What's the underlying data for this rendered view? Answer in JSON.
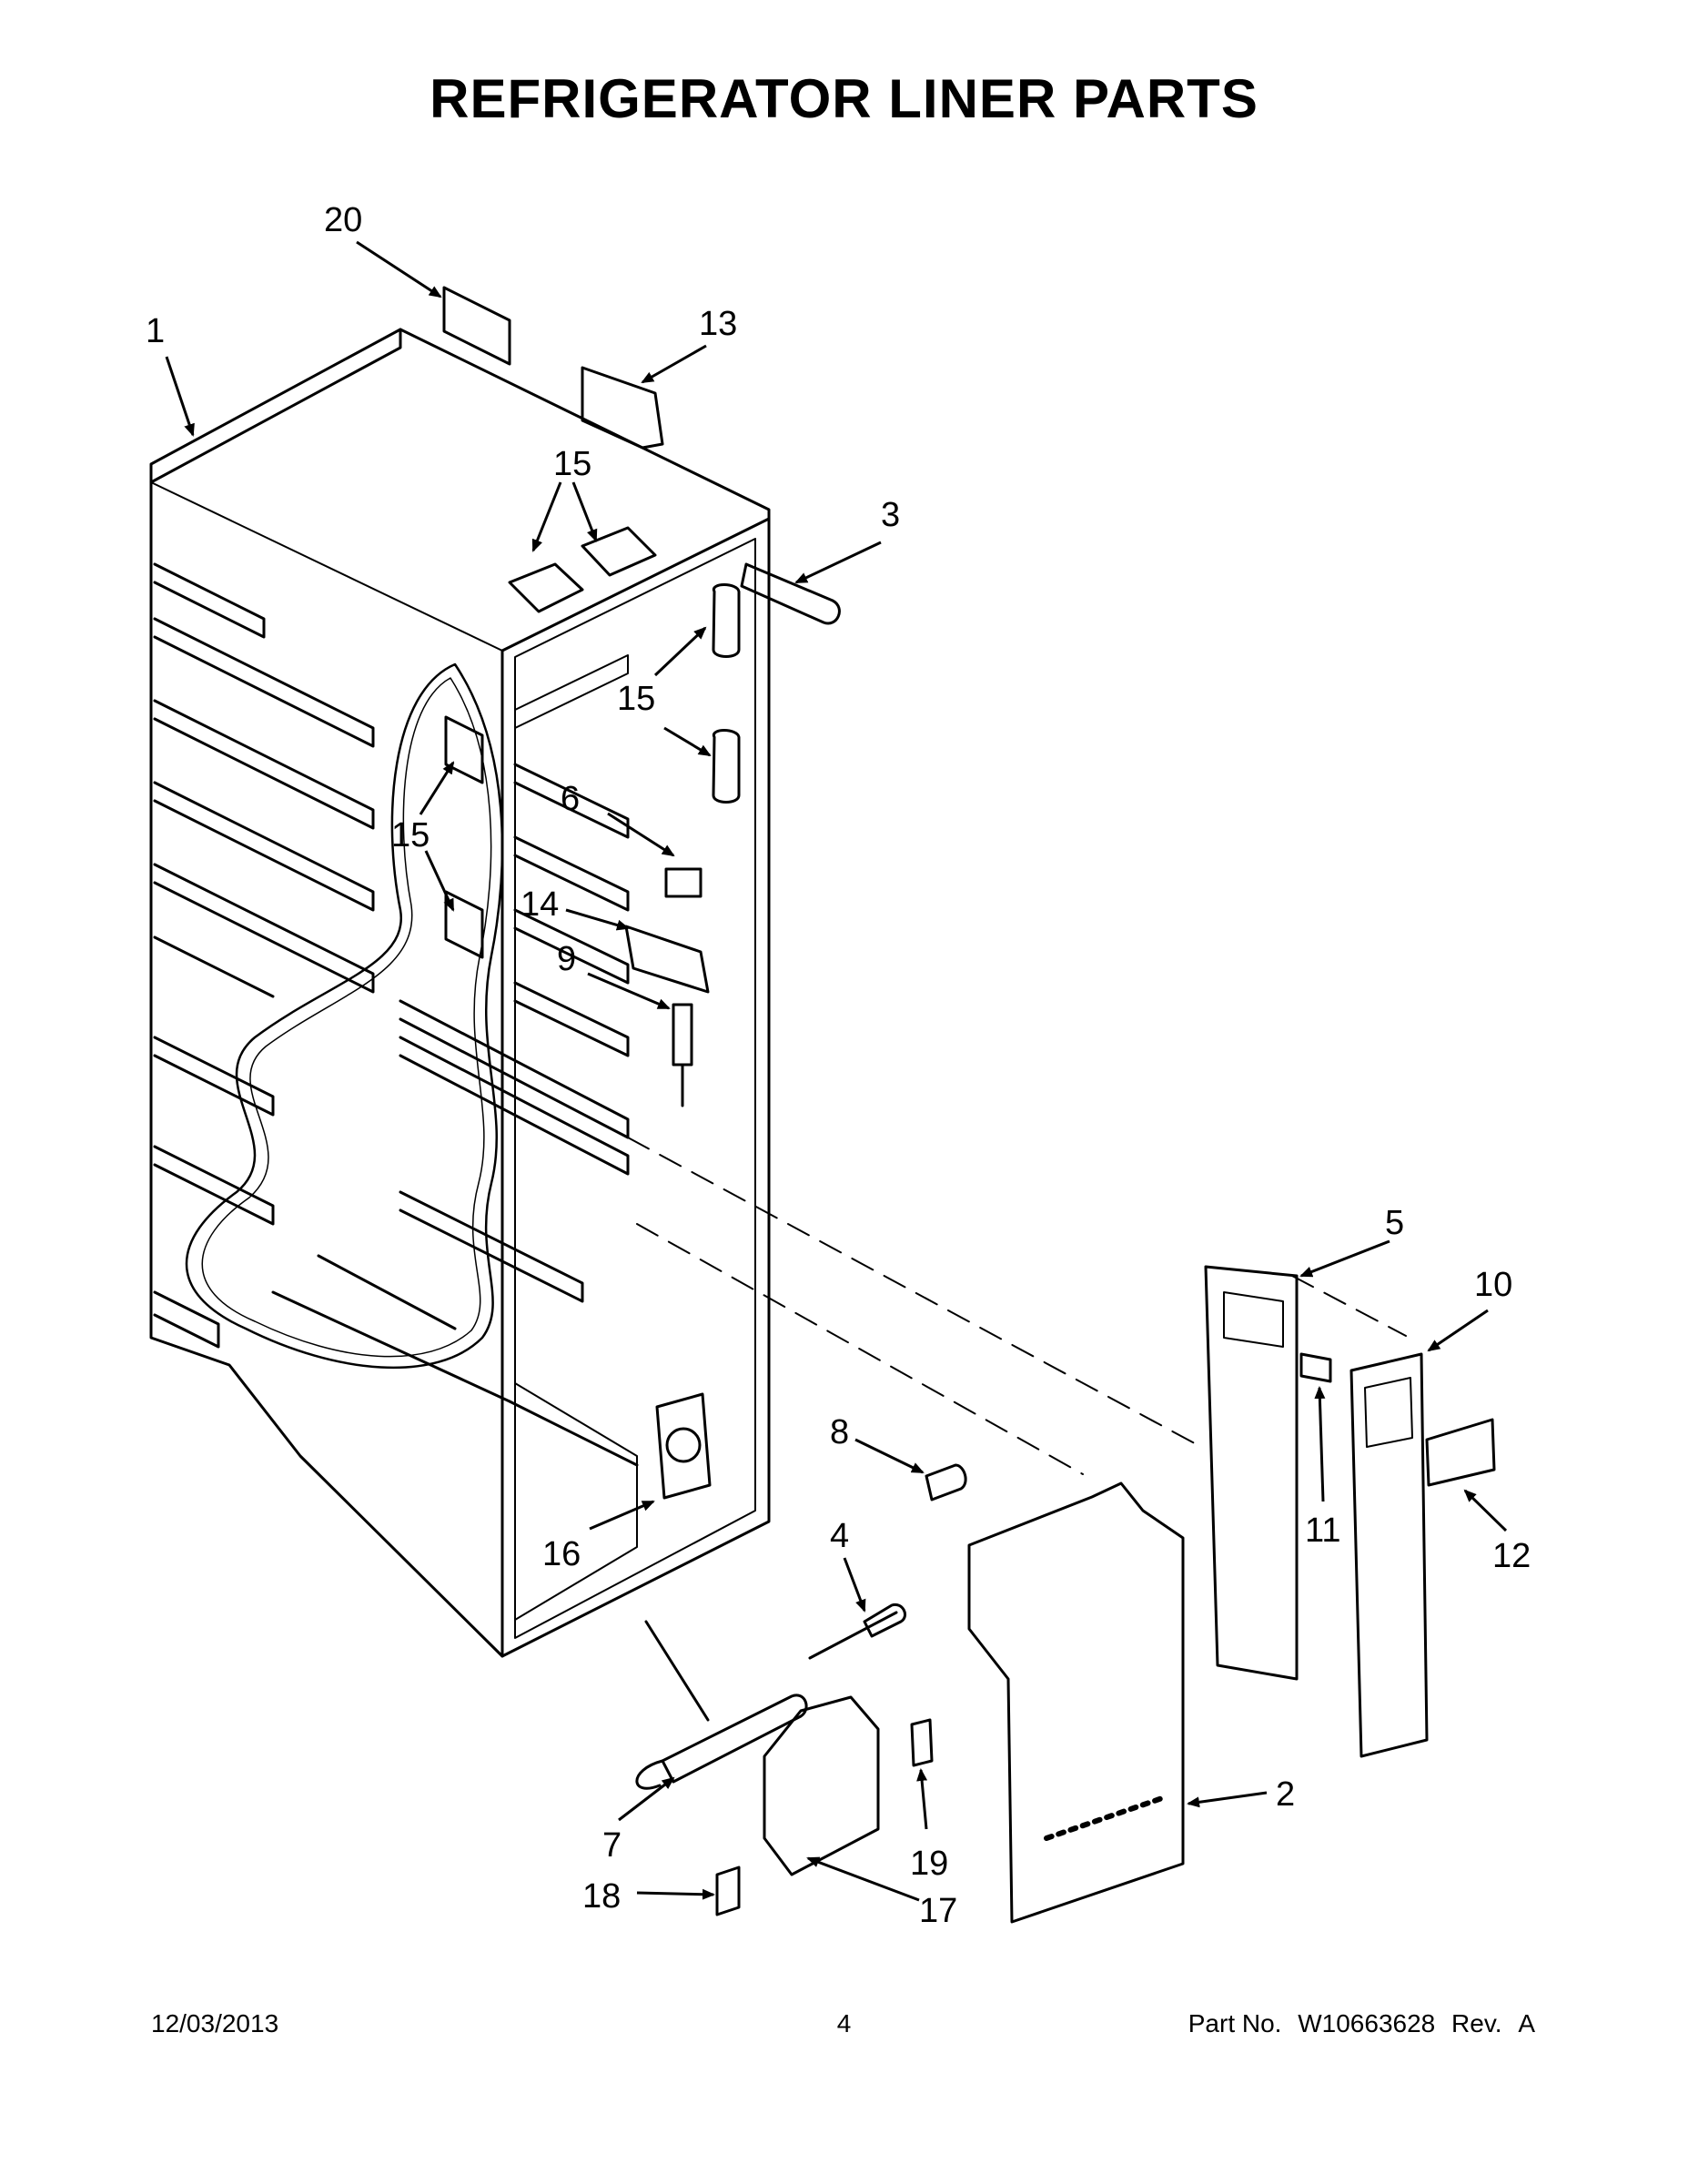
{
  "page": {
    "title": "REFRIGERATOR LINER PARTS"
  },
  "callouts": {
    "c1": "1",
    "c2": "2",
    "c3": "3",
    "c4": "4",
    "c5": "5",
    "c6": "6",
    "c7": "7",
    "c8": "8",
    "c9": "9",
    "c10": "10",
    "c11": "11",
    "c12": "12",
    "c13": "13",
    "c14": "14",
    "c15a": "15",
    "c15b": "15",
    "c15c": "15",
    "c16": "16",
    "c17": "17",
    "c18": "18",
    "c19": "19",
    "c20": "20"
  },
  "footer": {
    "date": "12/03/2013",
    "page_number": "4",
    "part_label": "Part No.",
    "part_number": "W10663628",
    "rev_label": "Rev.",
    "rev_value": "A"
  },
  "colors": {
    "line": "#000000",
    "background": "#ffffff"
  }
}
